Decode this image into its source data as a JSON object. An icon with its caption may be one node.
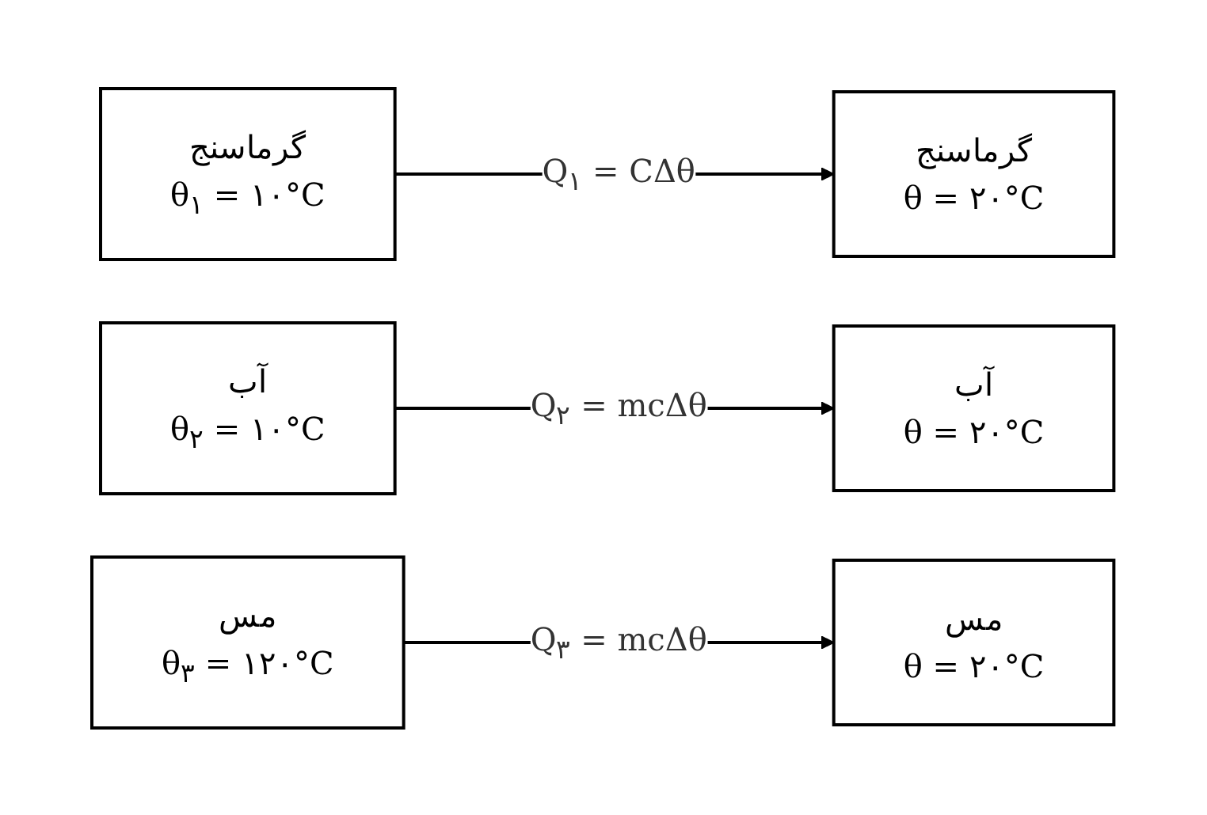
{
  "diagram": {
    "nodes": [
      {
        "text": [
          "گرماسنج",
          "θ$_{۱}$ = ۱۰°C"
        ]
      },
      {
        "text": [
          "گرماسنج",
          "θ = ۲۰°C"
        ]
      },
      {
        "text": [
          "آب",
          "θ$_{۲}$ = ۱۰°C"
        ]
      },
      {
        "text": [
          "آب",
          "θ = ۲۰°C"
        ]
      },
      {
        "text": [
          "مس",
          "θ$_{۳}$ = ۱۲۰°C"
        ]
      },
      {
        "text": [
          "مس",
          "θ = ۲۰°C"
        ]
      }
    ],
    "edges": [
      {
        "from": 0,
        "to": 1,
        "arrow": "to",
        "label": "Q$_{۱}$ = CΔθ"
      },
      {
        "from": 2,
        "to": 3,
        "arrow": "to",
        "label": "Q$_{۲}$ = mcΔθ"
      },
      {
        "from": 4,
        "to": 5,
        "arrow": "to",
        "label": "Q$_{۳}$ = mcΔθ"
      }
    ]
  }
}
